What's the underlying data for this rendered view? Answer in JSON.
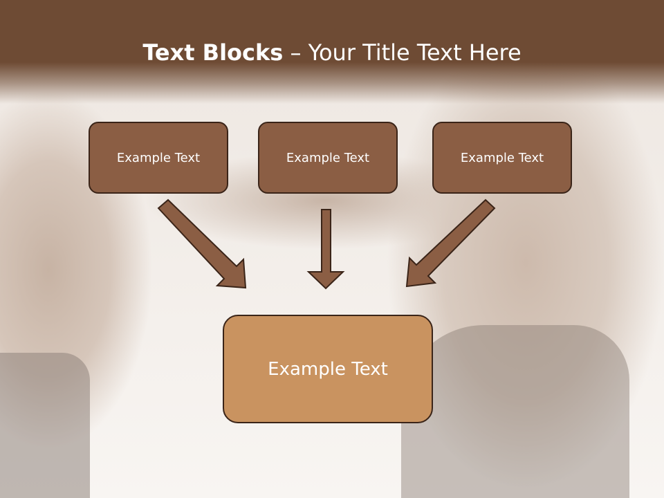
{
  "slide": {
    "title_bold": "Text Blocks",
    "title_rest": " – Your Title Text Here",
    "boxes": [
      {
        "text": "Example Text"
      },
      {
        "text": "Example Text"
      },
      {
        "text": "Example Text"
      }
    ],
    "main_box": {
      "text": "Example Text"
    }
  },
  "colors": {
    "header": "#6e4b34",
    "box_fill": "#8b5e44",
    "main_box_fill": "#c99360",
    "arrow_fill": "#8b5e44"
  }
}
